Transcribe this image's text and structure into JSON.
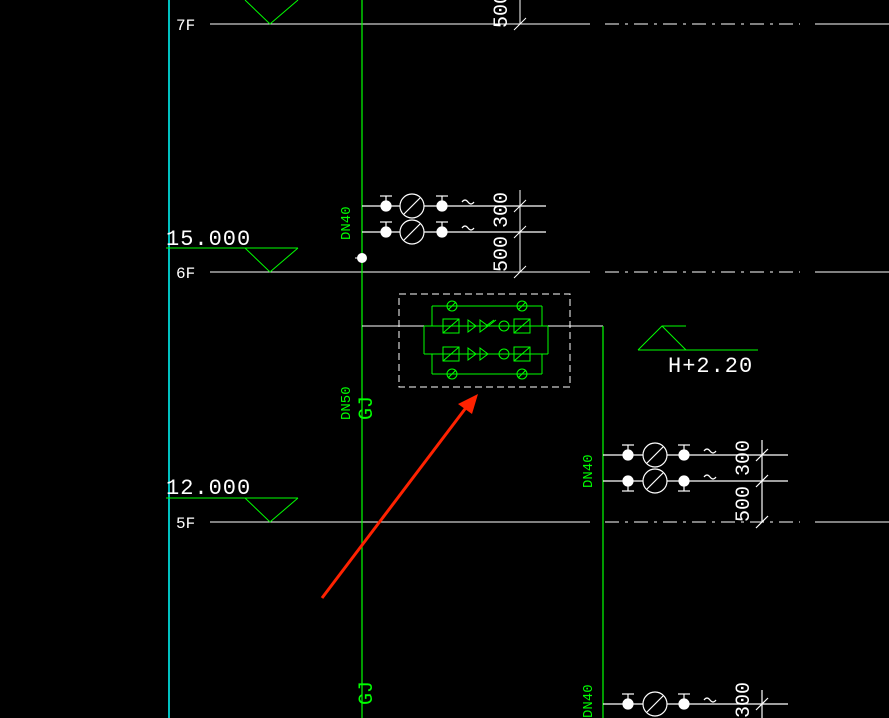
{
  "floors": [
    {
      "label": "7F",
      "elevation": ""
    },
    {
      "label": "6F",
      "elevation": "15.000"
    },
    {
      "label": "5F",
      "elevation": "12.000"
    }
  ],
  "pipes": {
    "main_riser_size": "DN50",
    "main_riser_code": "GJ",
    "branch_size": "DN40"
  },
  "dimensions": {
    "spacing_a": "300",
    "spacing_b": "500",
    "height_mark": "H+2.20"
  },
  "colors": {
    "background": "#000000",
    "floor_line": "#ffffff",
    "pipe": "#00ff00",
    "boundary": "#00ffff",
    "arrow": "#ff2200"
  }
}
